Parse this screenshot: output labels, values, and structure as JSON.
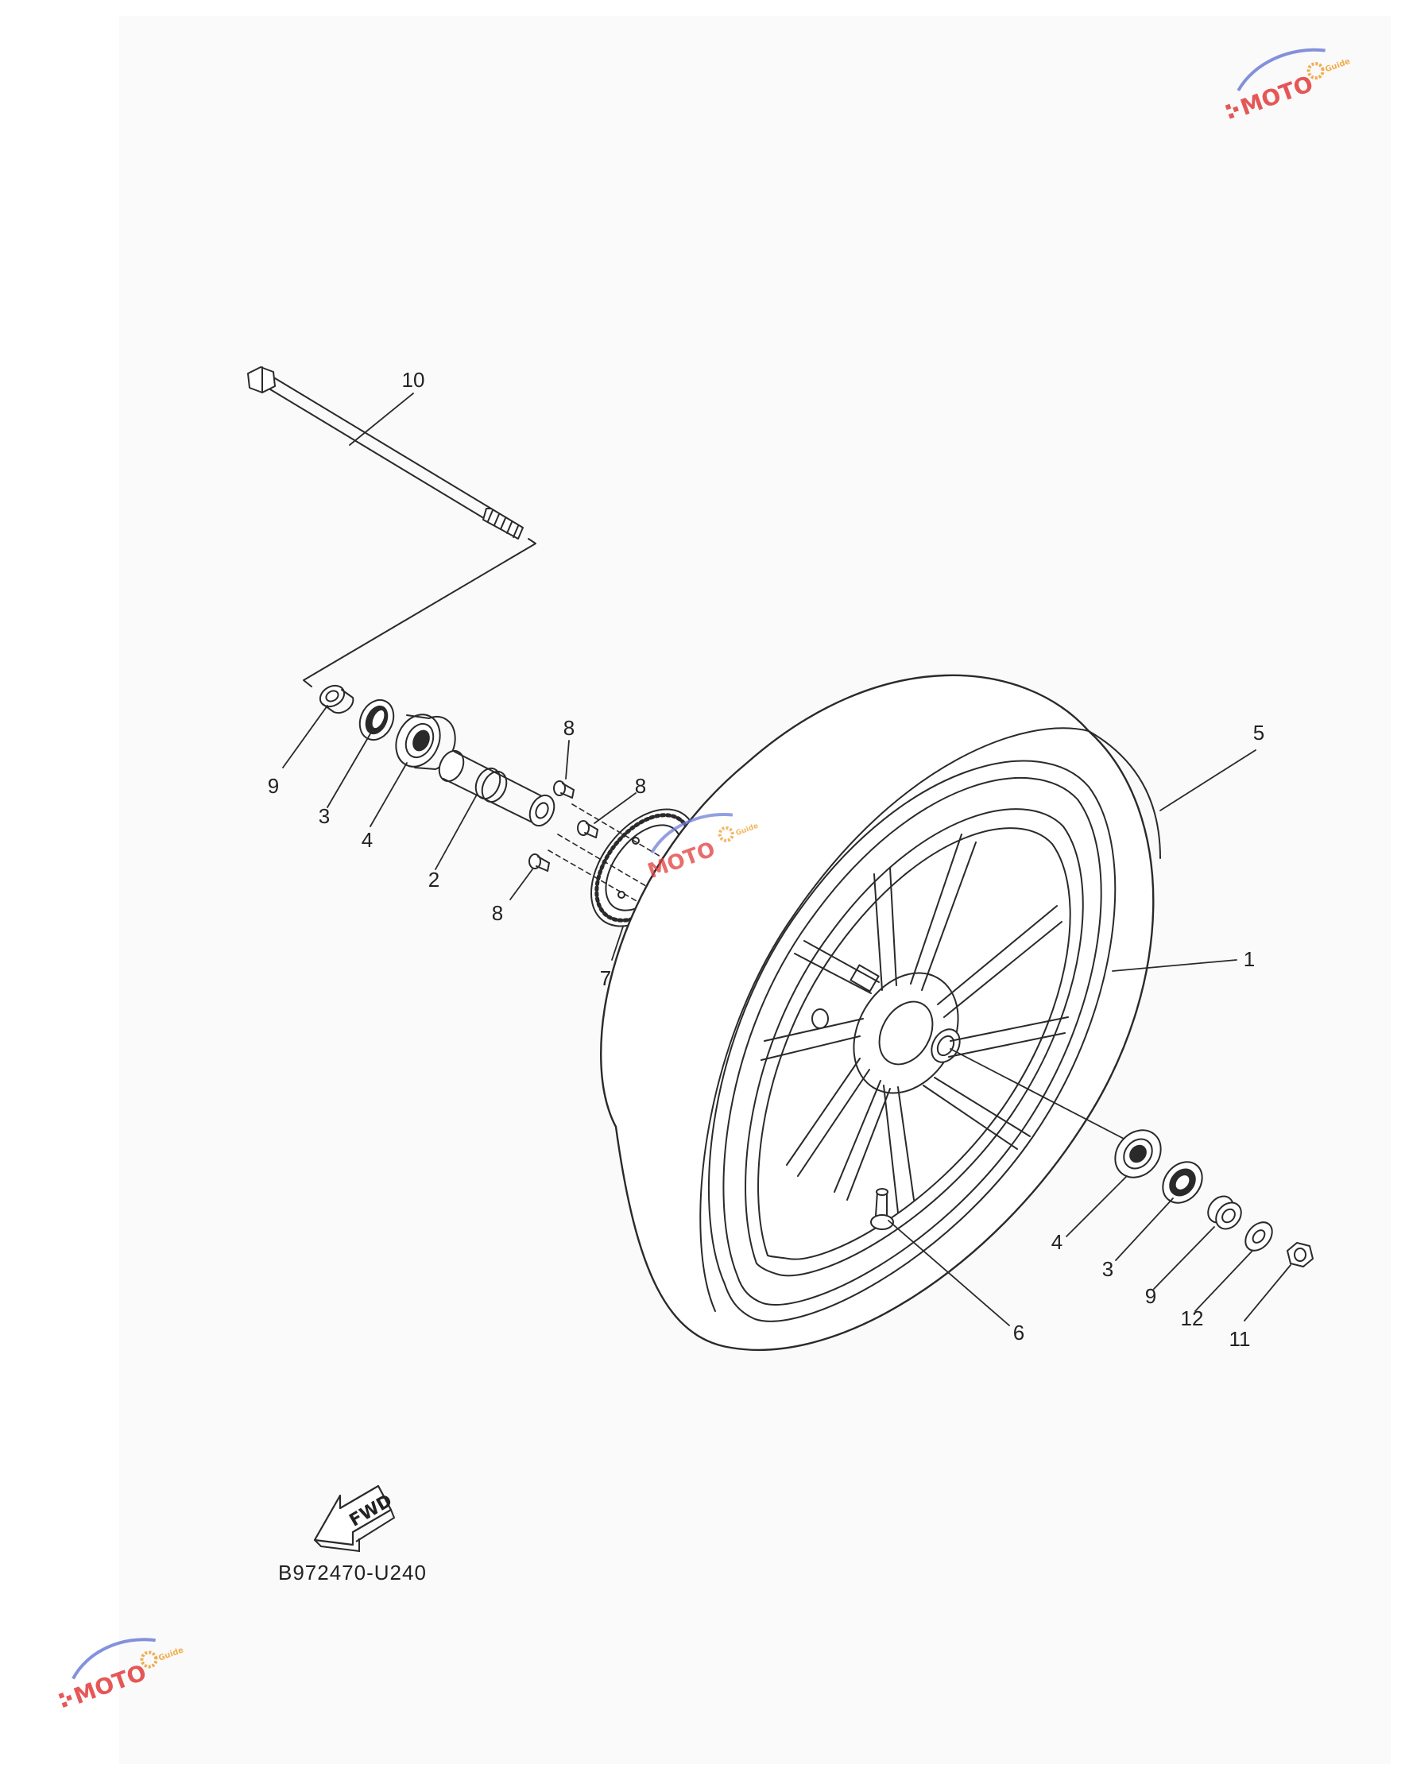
{
  "diagram": {
    "diagram_code": "B972470-U240",
    "fwd_label": "FWD",
    "callouts": [
      {
        "id": "c10",
        "text": "10"
      },
      {
        "id": "c9a",
        "text": "9"
      },
      {
        "id": "c3a",
        "text": "3"
      },
      {
        "id": "c4a",
        "text": "4"
      },
      {
        "id": "c2",
        "text": "2"
      },
      {
        "id": "c8a",
        "text": "8"
      },
      {
        "id": "c8b",
        "text": "8"
      },
      {
        "id": "c8c",
        "text": "8"
      },
      {
        "id": "c7",
        "text": "7"
      },
      {
        "id": "c5",
        "text": "5"
      },
      {
        "id": "c1",
        "text": "1"
      },
      {
        "id": "c6",
        "text": "6"
      },
      {
        "id": "c4b",
        "text": "4"
      },
      {
        "id": "c3b",
        "text": "3"
      },
      {
        "id": "c9b",
        "text": "9"
      },
      {
        "id": "c12",
        "text": "12"
      },
      {
        "id": "c11",
        "text": "11"
      }
    ]
  },
  "watermark": {
    "brand": "MOTO",
    "sub": "Guide",
    "colors": {
      "red": "#e23b3b",
      "blue": "#6f7fd6",
      "orange": "#f0a030"
    }
  }
}
